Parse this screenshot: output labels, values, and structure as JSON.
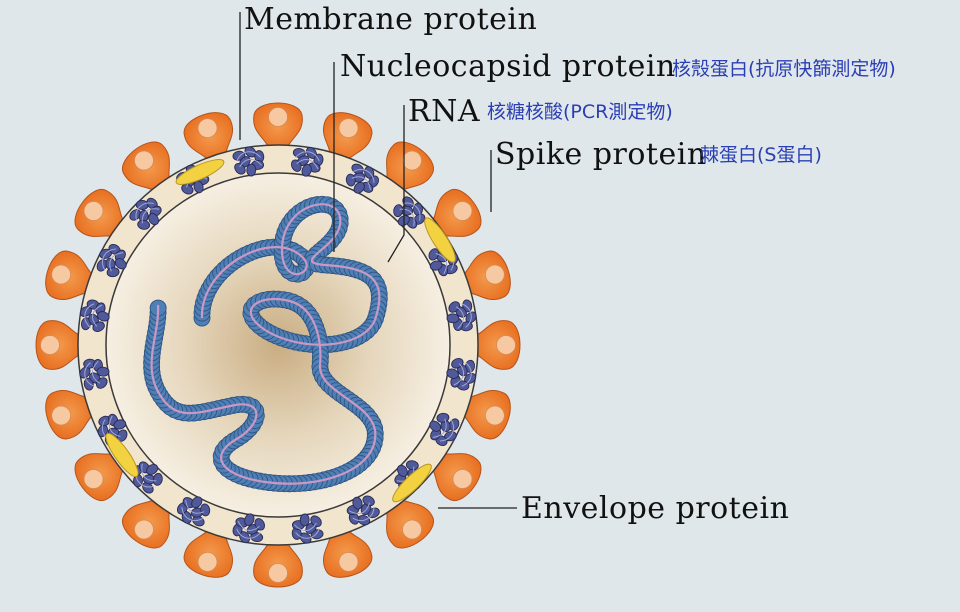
{
  "colors": {
    "background": "#dfe7ea",
    "spike_outer": "#ef7a2a",
    "spike_inner": "#f7c9a2",
    "membrane": "#f2e5ce",
    "core": "#e8dcc7",
    "rna_bead": "#4f7fb5",
    "rna_strand": "#c998c4",
    "membrane_protein": "#505a9a",
    "envelope_protein": "#f2d241",
    "zh_text": "#2b3fb5"
  },
  "labels": {
    "membrane_protein": {
      "en": "Membrane protein",
      "zh": ""
    },
    "nucleocapsid_protein": {
      "en": "Nucleocapsid protein",
      "zh": "核殼蛋白(抗原快篩測定物)"
    },
    "rna": {
      "en": "RNA",
      "zh": "核糖核酸(PCR測定物)"
    },
    "spike_protein": {
      "en": "Spike protein",
      "zh": "棘蛋白(S蛋白)"
    },
    "envelope_protein": {
      "en": "Envelope protein",
      "zh": ""
    }
  }
}
